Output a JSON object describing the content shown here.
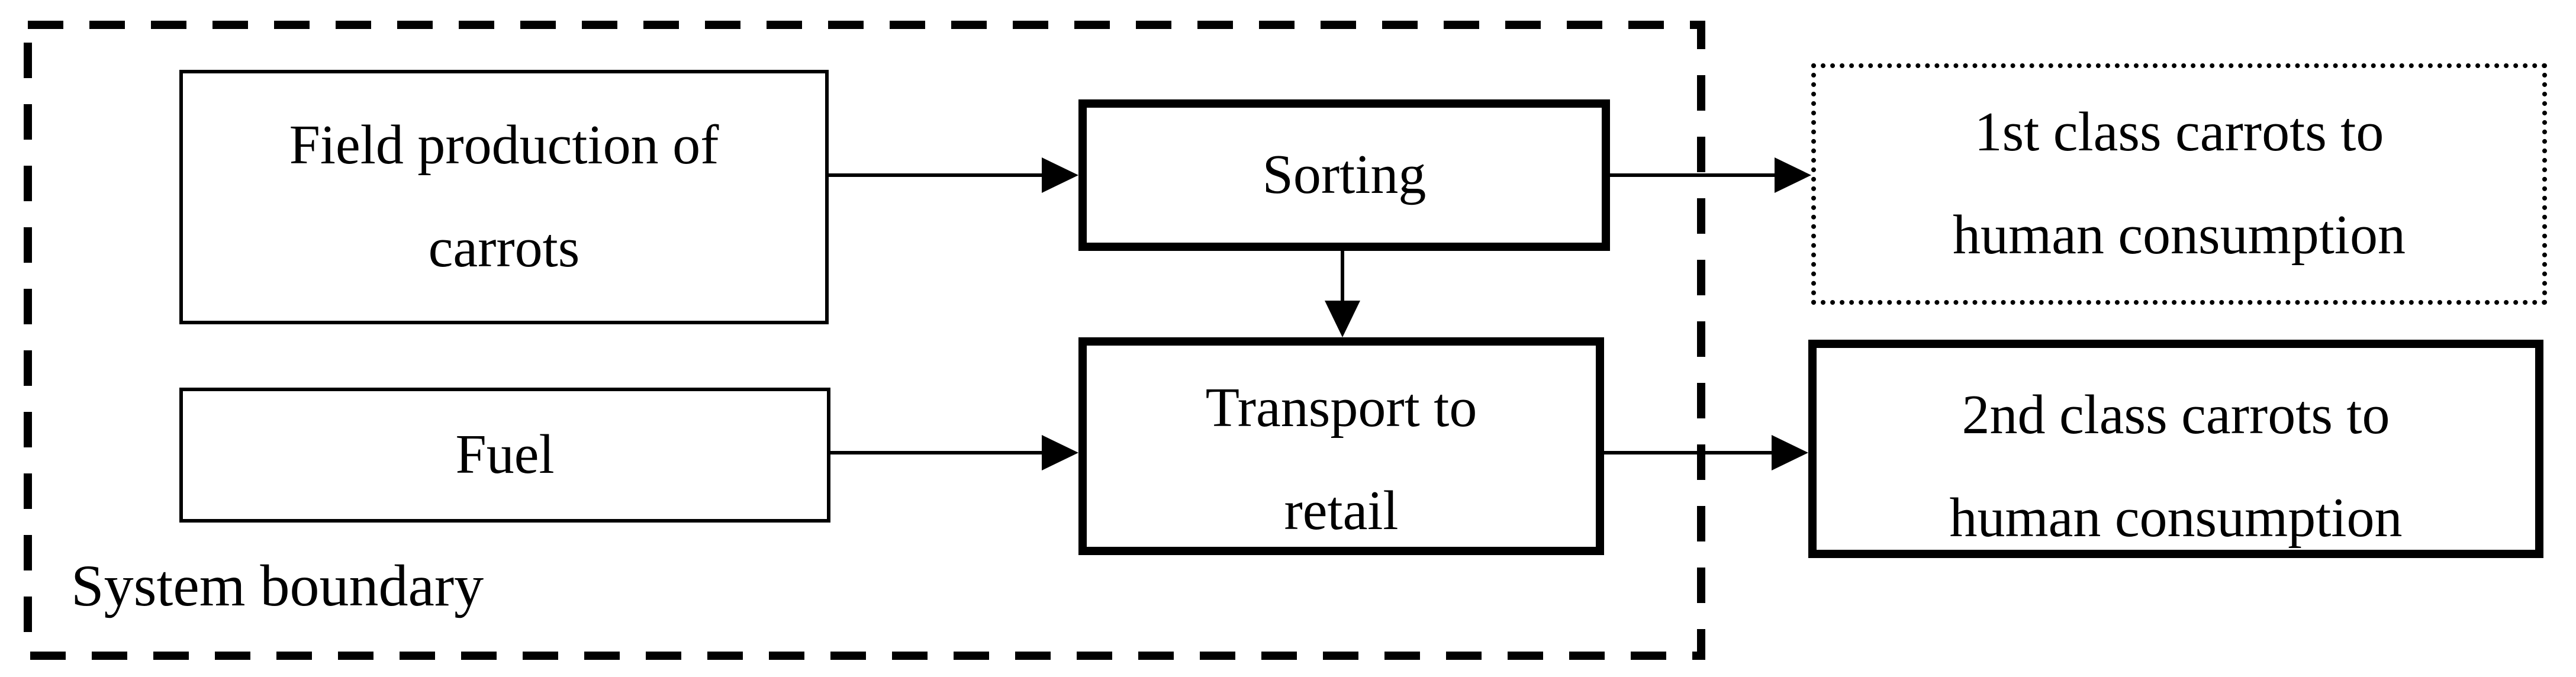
{
  "diagram": {
    "boundary_label": "System boundary",
    "nodes": {
      "field_production": {
        "lines": [
          "Field production of",
          "carrots"
        ]
      },
      "fuel": {
        "lines": [
          "Fuel"
        ]
      },
      "sorting": {
        "lines": [
          "Sorting"
        ]
      },
      "transport": {
        "lines": [
          "Transport to",
          "retail"
        ]
      },
      "first_class": {
        "lines": [
          "1st class carrots to",
          "human consumption"
        ]
      },
      "second_class": {
        "lines": [
          "2nd class carrots to",
          "human consumption"
        ]
      }
    },
    "edges": [
      {
        "from": "field_production",
        "to": "sorting"
      },
      {
        "from": "sorting",
        "to": "first_class"
      },
      {
        "from": "sorting",
        "to": "transport"
      },
      {
        "from": "fuel",
        "to": "transport"
      },
      {
        "from": "transport",
        "to": "second_class"
      }
    ],
    "colors": {
      "line": "#000000",
      "background": "#ffffff"
    }
  }
}
